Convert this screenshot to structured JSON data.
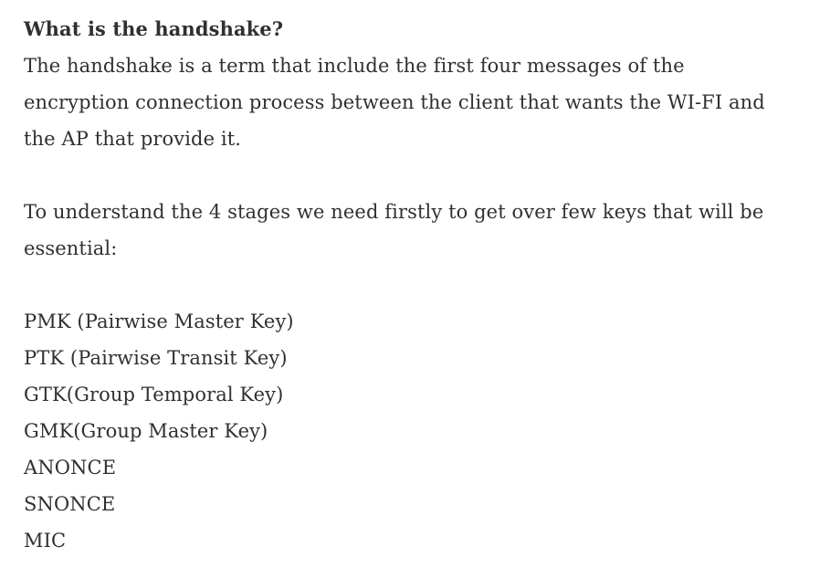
{
  "page": {
    "background_color": "#ffffff",
    "text_color": "#2d3134"
  },
  "article": {
    "heading": "What is the handshake?",
    "paragraph1": [
      "The handshake is a term that include the first four messages of the",
      "encryption connection process between the client that wants the WI-FI and",
      "the AP that provide it."
    ],
    "paragraph2": [
      "To understand the 4 stages we need firstly to get over few keys that will be",
      "essential:"
    ],
    "keys": [
      "PMK (Pairwise Master Key)",
      "PTK (Pairwise Transit Key)",
      "GTK(Group Temporal Key)",
      "GMK(Group Master Key)",
      "ANONCE",
      "SNONCE",
      "MIC"
    ]
  }
}
